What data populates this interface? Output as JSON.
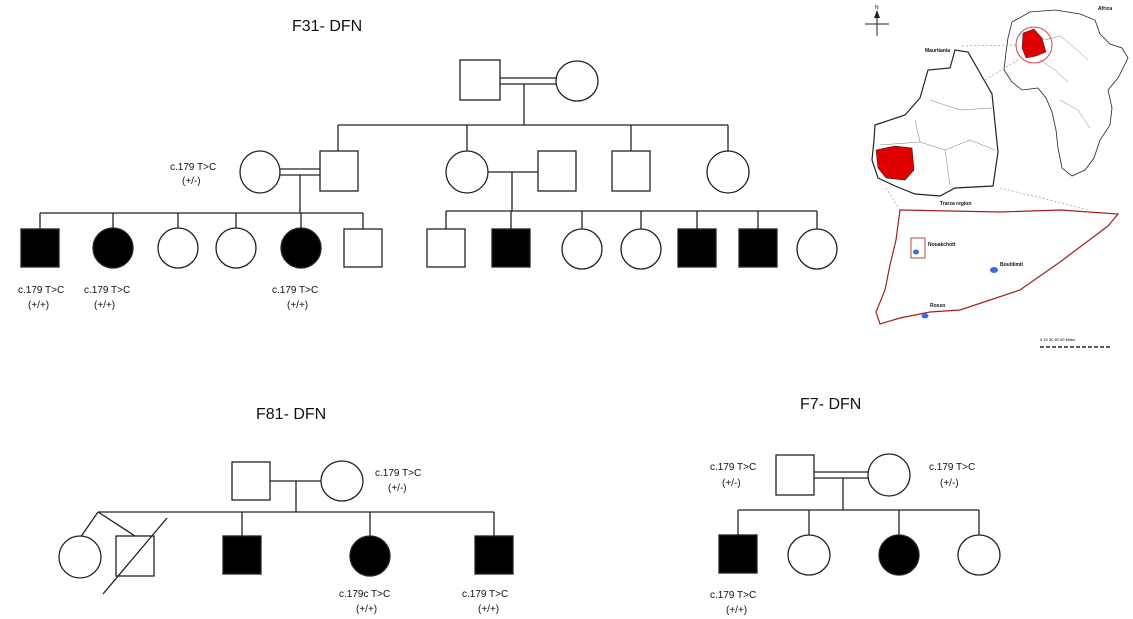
{
  "pedigrees": {
    "f31": {
      "title": "F31- DFN",
      "mother_gene": "c.179 T>C",
      "mother_zyg": "(+/-)",
      "child1_gene": "c.179 T>C",
      "child1_zyg": "(+/+)",
      "child2_gene": "c.179 T>C",
      "child2_zyg": "(+/+)",
      "child5_gene": "c.179 T>C",
      "child5_zyg": "(+/+)"
    },
    "f81": {
      "title": "F81- DFN",
      "mother_gene": "c.179 T>C",
      "mother_zyg": "(+/-)",
      "child4_gene": "c.179c T>C",
      "child4_zyg": "(+/+)",
      "child5_gene": "c.179 T>C",
      "child5_zyg": "(+/+)"
    },
    "f7": {
      "title": "F7- DFN",
      "father_gene": "c.179 T>C",
      "father_zyg": "(+/-)",
      "mother_gene": "c.179 T>C",
      "mother_zyg": "(+/-)",
      "child1_gene": "c.179 T>C",
      "child1_zyg": "(+/+)"
    }
  },
  "map": {
    "africa_label": "Africa",
    "country_label": "Mauritania",
    "region_label": "Trarza region",
    "city1": "Nouakchott",
    "city2": "Boutilimit",
    "city3": "Rosso",
    "scale_label": "0  15  30  60  90 Miles",
    "highlight_color": "#e00000"
  }
}
